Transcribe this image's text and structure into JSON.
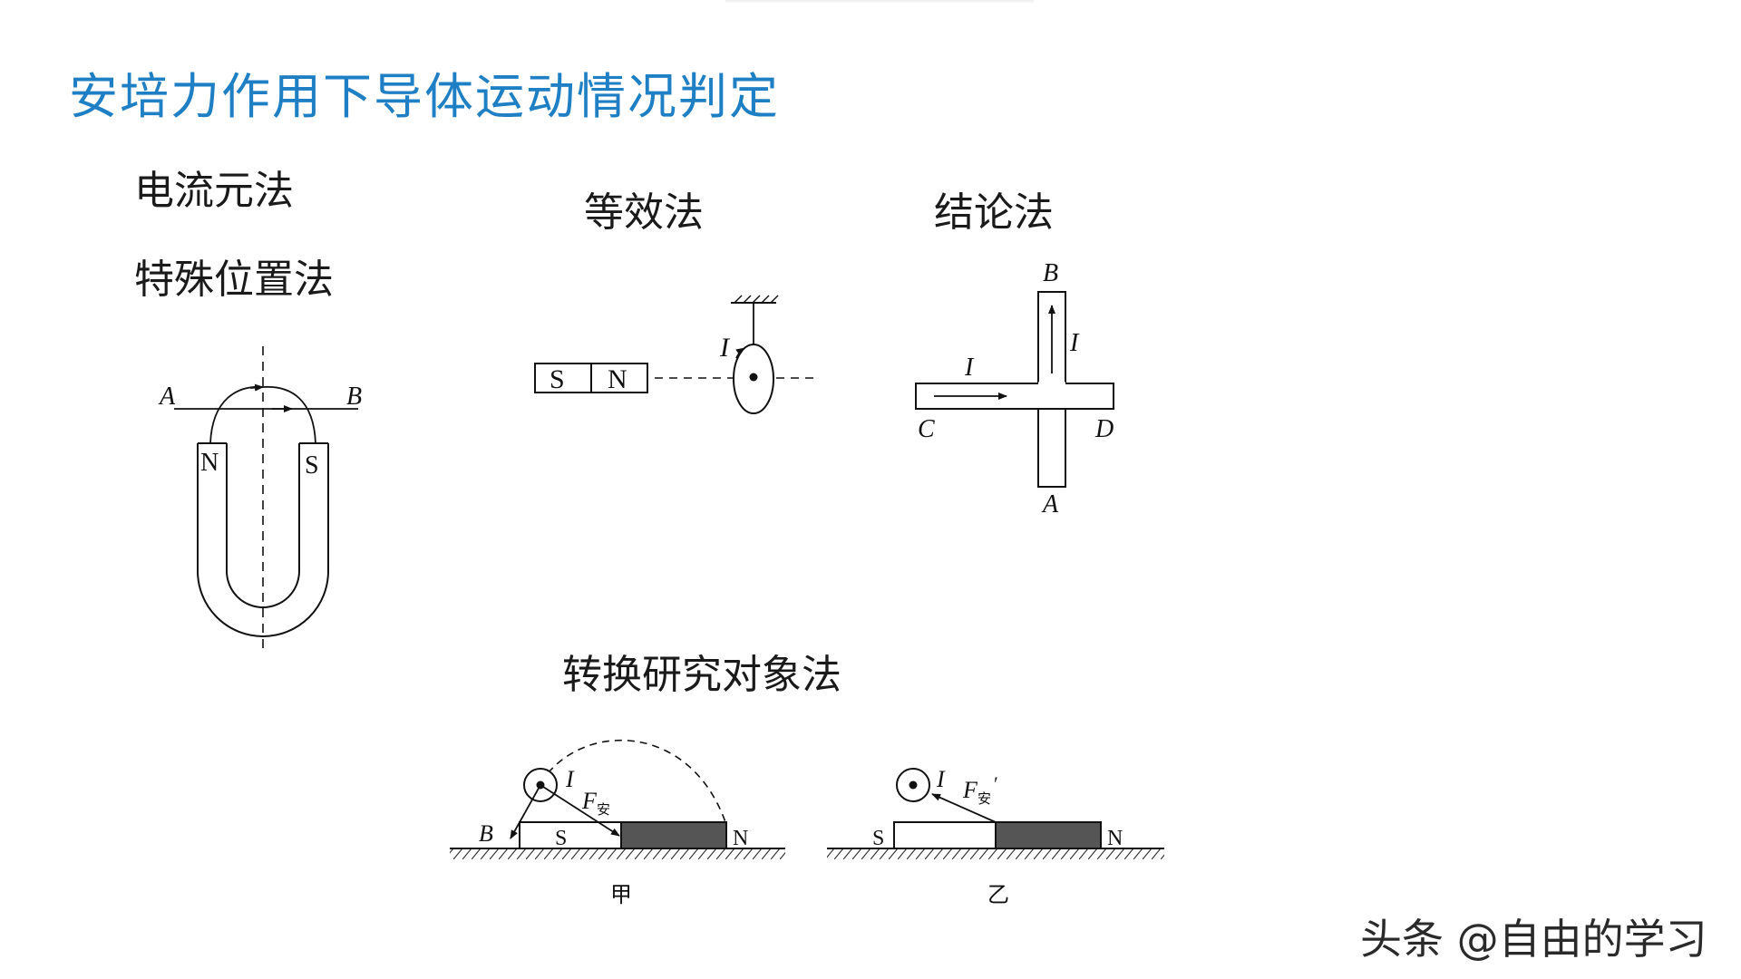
{
  "title": "安培力作用下导体运动情况判定",
  "methods": {
    "current_element": "电流元法",
    "special_position": "特殊位置法",
    "equivalent": "等效法",
    "conclusion": "结论法",
    "switch_object": "转换研究对象法"
  },
  "fig_u_magnet": {
    "a": "A",
    "b": "B",
    "n": "N",
    "s": "S"
  },
  "fig_bar_magnet": {
    "s": "S",
    "n": "N",
    "i": "I"
  },
  "fig_cross": {
    "a": "A",
    "b": "B",
    "c": "C",
    "d": "D",
    "i1": "I",
    "i2": "I"
  },
  "fig_jia": {
    "i": "I",
    "f": "F",
    "f_sub": "安",
    "b": "B",
    "s": "S",
    "n": "N",
    "caption": "甲"
  },
  "fig_yi": {
    "i": "I",
    "f": "F",
    "f_sub": "安",
    "prime": "′",
    "s": "S",
    "n": "N",
    "caption": "乙"
  },
  "watermark": "头条 @自由的学习"
}
